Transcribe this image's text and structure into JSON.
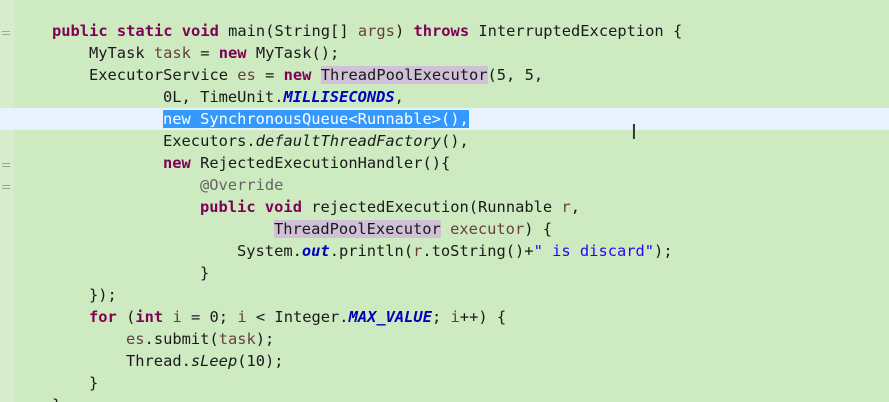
{
  "lines": [
    {
      "segments": [
        {
          "t": "public",
          "c": "kw"
        },
        {
          "t": " "
        },
        {
          "t": "static",
          "c": "kw"
        },
        {
          "t": " "
        },
        {
          "t": "void",
          "c": "kw"
        },
        {
          "t": " main(String[] "
        },
        {
          "t": "args",
          "c": "var"
        },
        {
          "t": ") "
        },
        {
          "t": "throws",
          "c": "kw"
        },
        {
          "t": " InterruptedException {"
        }
      ],
      "indent": 6
    },
    {
      "segments": [
        {
          "t": "MyTask "
        },
        {
          "t": "task",
          "c": "var"
        },
        {
          "t": " = "
        },
        {
          "t": "new",
          "c": "kw"
        },
        {
          "t": " MyTask();"
        }
      ],
      "indent": 10
    },
    {
      "segments": [
        {
          "t": "ExecutorService "
        },
        {
          "t": "es",
          "c": "var"
        },
        {
          "t": " = "
        },
        {
          "t": "new",
          "c": "kw"
        },
        {
          "t": " "
        },
        {
          "t": "ThreadPoolExecutor",
          "c": "hl"
        },
        {
          "t": "(5, 5,"
        }
      ],
      "indent": 10
    },
    {
      "segments": [
        {
          "t": "0L, TimeUnit."
        },
        {
          "t": "MILLISECONDS",
          "c": "sfld"
        },
        {
          "t": ","
        }
      ],
      "indent": 18
    },
    {
      "segments": [
        {
          "t": "new SynchronousQueue<Runnable>(),",
          "c": "sel"
        }
      ],
      "indent": 18,
      "current": true
    },
    {
      "segments": [
        {
          "t": "Executors."
        },
        {
          "t": "defaultThreadFactory",
          "c": "meth"
        },
        {
          "t": "(),"
        }
      ],
      "indent": 18
    },
    {
      "segments": [
        {
          "t": "new",
          "c": "kw"
        },
        {
          "t": " RejectedExecutionHandler(){"
        }
      ],
      "indent": 18
    },
    {
      "segments": [
        {
          "t": "@Override",
          "c": "ann"
        }
      ],
      "indent": 22
    },
    {
      "segments": [
        {
          "t": "public",
          "c": "kw"
        },
        {
          "t": " "
        },
        {
          "t": "void",
          "c": "kw"
        },
        {
          "t": " rejectedExecution(Runnable "
        },
        {
          "t": "r",
          "c": "var"
        },
        {
          "t": ","
        }
      ],
      "indent": 22
    },
    {
      "segments": [
        {
          "t": "ThreadPoolExecutor",
          "c": "hl"
        },
        {
          "t": " "
        },
        {
          "t": "executor",
          "c": "var"
        },
        {
          "t": ") {"
        }
      ],
      "indent": 30
    },
    {
      "segments": [
        {
          "t": "System."
        },
        {
          "t": "out",
          "c": "fld"
        },
        {
          "t": ".println("
        },
        {
          "t": "r",
          "c": "var"
        },
        {
          "t": ".toString()+"
        },
        {
          "t": "\" is discard\"",
          "c": "str"
        },
        {
          "t": ");"
        }
      ],
      "indent": 26
    },
    {
      "segments": [
        {
          "t": "}"
        }
      ],
      "indent": 22
    },
    {
      "segments": [
        {
          "t": "});"
        }
      ],
      "indent": 10
    },
    {
      "segments": [
        {
          "t": "for",
          "c": "kw"
        },
        {
          "t": " ("
        },
        {
          "t": "int",
          "c": "kw"
        },
        {
          "t": " "
        },
        {
          "t": "i",
          "c": "var"
        },
        {
          "t": " = 0; "
        },
        {
          "t": "i",
          "c": "var"
        },
        {
          "t": " < Integer."
        },
        {
          "t": "MAX_VALUE",
          "c": "sfld"
        },
        {
          "t": "; "
        },
        {
          "t": "i",
          "c": "var"
        },
        {
          "t": "++) {"
        }
      ],
      "indent": 10
    },
    {
      "segments": [
        {
          "t": "es",
          "c": "var"
        },
        {
          "t": ".submit("
        },
        {
          "t": "task",
          "c": "var"
        },
        {
          "t": ");"
        }
      ],
      "indent": 14
    },
    {
      "segments": [
        {
          "t": "Thread."
        },
        {
          "t": "sLeep",
          "c": "meth"
        },
        {
          "t": "(10);"
        }
      ],
      "indent": 14
    },
    {
      "segments": [
        {
          "t": "}"
        }
      ],
      "indent": 10
    },
    {
      "segments": [
        {
          "t": "}"
        }
      ],
      "indent": 6
    }
  ],
  "cursor_icon": "text-cursor-icon"
}
